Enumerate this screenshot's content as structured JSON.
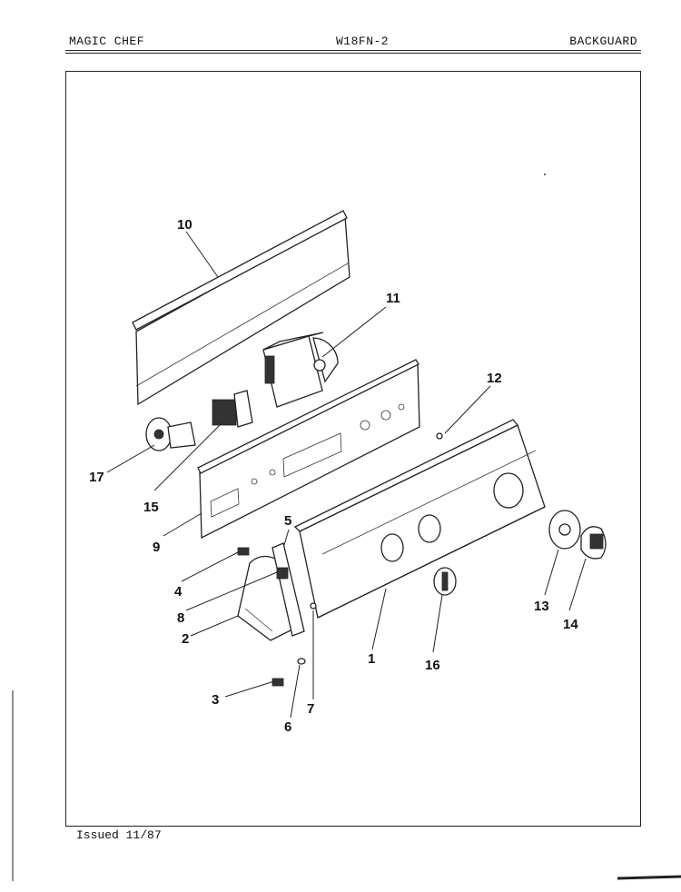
{
  "header": {
    "brand": "MAGIC CHEF",
    "model": "W18FN-2",
    "section": "BACKGUARD"
  },
  "footer": {
    "issued": "Issued 11/87"
  },
  "callouts": [
    "1",
    "2",
    "3",
    "4",
    "5",
    "6",
    "7",
    "8",
    "9",
    "10",
    "11",
    "12",
    "13",
    "14",
    "15",
    "16",
    "17"
  ]
}
